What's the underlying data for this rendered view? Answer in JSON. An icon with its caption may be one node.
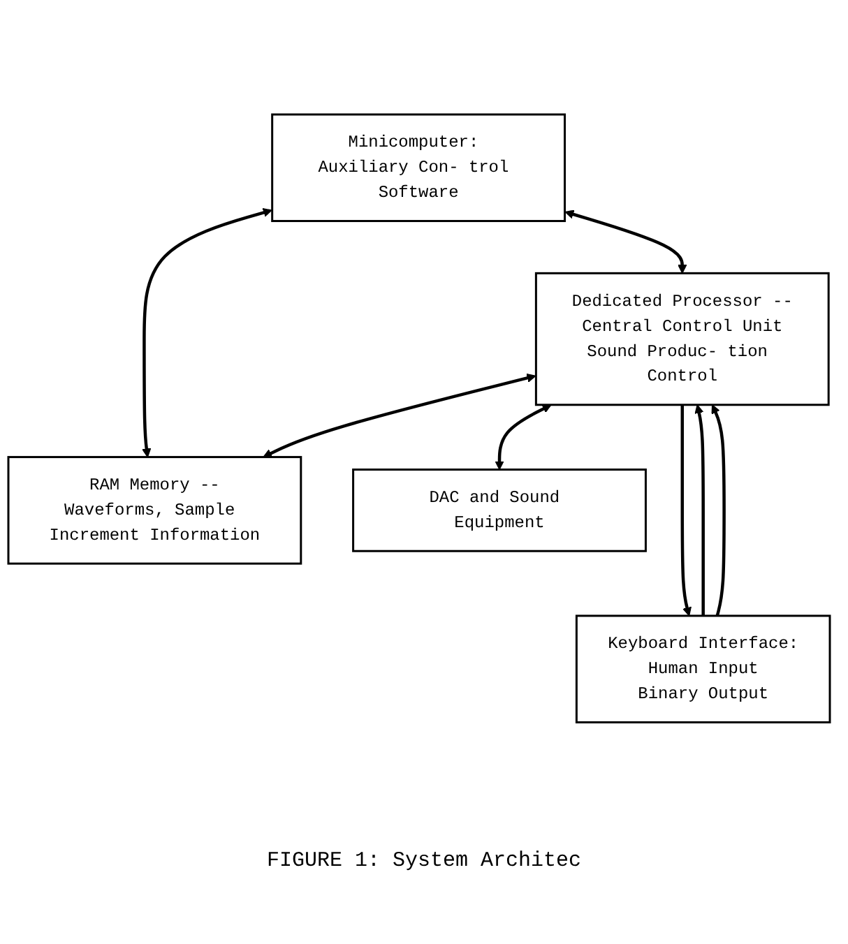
{
  "diagram": {
    "caption": "FIGURE 1: System Architec",
    "nodes": [
      {
        "text": [
          "Minicomputer: Auxiliary Con- trol Software"
        ]
      },
      {
        "text": [
          "Dedicated Processor --",
          "Central Control Unit",
          "Sound Produc- tion Control"
        ]
      },
      {
        "text": [
          "RAM Memory --",
          "Waveforms, Sample Increment Information"
        ]
      },
      {
        "text": [
          "Keyboard Interface:",
          "Human Input",
          "Binary Output"
        ]
      },
      {
        "text": [
          "DAC and Sound Equipment"
        ]
      }
    ],
    "edges": [
      {
        "from": 0,
        "to": 1,
        "arrow": "both"
      },
      {
        "from": 0,
        "to": 2,
        "arrow": "both"
      },
      {
        "from": 1,
        "to": 2,
        "arrow": "both"
      },
      {
        "from": 1,
        "to": 4,
        "arrow": "both"
      },
      {
        "from": 1,
        "to": 3,
        "arrow": "to"
      },
      {
        "from": 3,
        "to": 1,
        "arrow": "to"
      },
      {
        "from": 3,
        "to": 1,
        "arrow": "to"
      }
    ]
  }
}
